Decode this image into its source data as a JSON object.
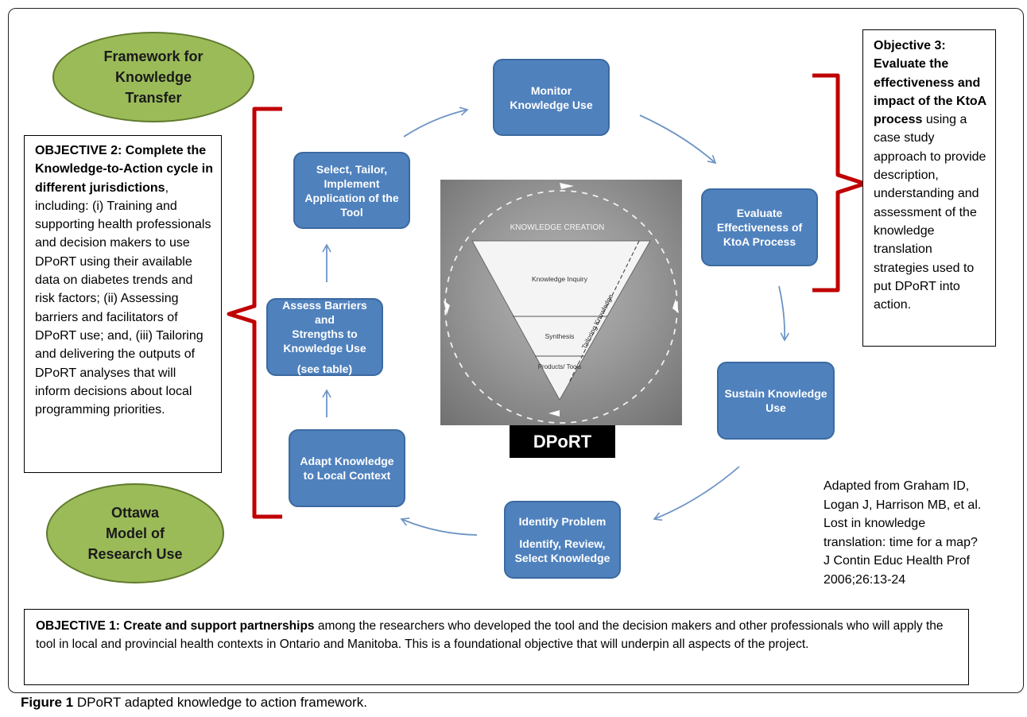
{
  "ellipses": {
    "top": "Framework for\nKnowledge\nTransfer",
    "bottom": "Ottawa\nModel of\nResearch Use"
  },
  "steps": {
    "monitor": "Monitor\nKnowledge Use",
    "evaluate": "Evaluate\nEffectiveness of\nKtoA Process",
    "sustain": "Sustain Knowledge\nUse",
    "identify_title": "Identify Problem",
    "identify_sub": "Identify, Review,\nSelect Knowledge",
    "adapt": "Adapt Knowledge\nto Local Context",
    "assess_title": "Assess Barriers and\nStrengths  to\nKnowledge Use",
    "assess_sub": "(see table)",
    "select": "Select, Tailor,\nImplement\nApplication of the\nTool"
  },
  "objective2": {
    "bold": "OBJECTIVE 2: Complete the Knowledge-to-Action cycle in different jurisdictions",
    "rest": ", including: (i) Training and supporting health professionals and decision makers to use DPoRT using their available data on diabetes trends and risk factors; (ii) Assessing barriers and facilitators of DPoRT use; and, (iii) Tailoring and delivering the outputs of DPoRT analyses that will inform decisions about local programming priorities."
  },
  "objective3": {
    "bold": "Objective 3: Evaluate the effectiveness and impact of the KtoA process",
    "rest": " using a case study approach to provide description, understanding and assessment of the knowledge translation strategies used to put DPoRT into action."
  },
  "objective1": {
    "bold": "OBJECTIVE 1: Create and support partnerships",
    "rest": " among the researchers who developed the tool and the decision makers and other professionals who will apply the tool in local and provincial health contexts in Ontario and Manitoba. This is a foundational objective that will underpin all aspects of the project."
  },
  "center": {
    "knowledge_creation": "KNOWLEDGE CREATION",
    "inquiry": "Knowledge Inquiry",
    "synthesis": "Synthesis",
    "products": "Products/ Tools",
    "tailoring": "Tailoring Knowledge",
    "label": "DPoRT"
  },
  "citation": "Adapted from Graham ID,\nLogan J, Harrison MB, et al.\nLost in knowledge\ntranslation: time for a map?\nJ Contin Educ Health Prof\n2006;26:13-24",
  "caption": {
    "prefix": "Figure 1",
    "text": " DPoRT adapted knowledge to action framework."
  },
  "colors": {
    "step_blue": "#4f81bd",
    "ellipse_green": "#9bbb59",
    "bracket_red": "#c00000",
    "arrow_blue": "#6d94c4"
  }
}
